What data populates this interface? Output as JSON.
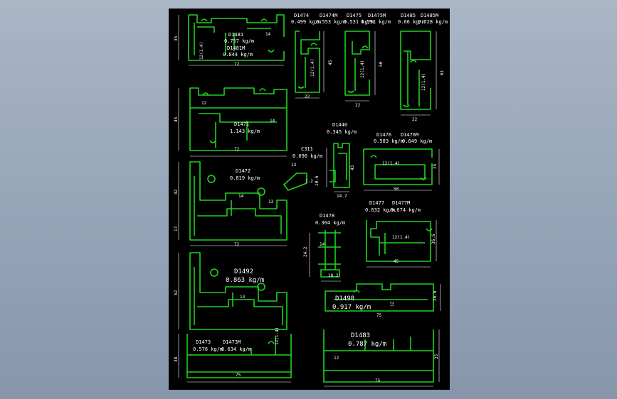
{
  "profiles": {
    "p1481": {
      "code": "D1481",
      "mass": "0.757 kg/m",
      "code2": "D1481M",
      "mass2": "0.844 kg/m",
      "w": "72",
      "h": "35",
      "d1": "14",
      "d2": "12(1.4)"
    },
    "p1474": {
      "code": "D1474",
      "code_m": "D1474M",
      "mass": "0.499 kg/m",
      "mass_m": "0.553 kg/m",
      "w": "22",
      "h": "45",
      "d1": "12(1.4)"
    },
    "p1475": {
      "code": "D1475",
      "code_m": "D1475M",
      "mass": "0.531 kg/m",
      "mass_m": "0.591 kg/m",
      "w": "22",
      "h": "50",
      "d1": "12(1.4)"
    },
    "p1485": {
      "code": "D1485",
      "code_m": "D1485M",
      "mass": "0.66 kg/m",
      "mass_m": "0.728 kg/m",
      "w": "22",
      "h": "61",
      "d1": "12(1.4)"
    },
    "p1471": {
      "code": "D1471",
      "mass": "1.143 kg/m",
      "w": "72",
      "h": "45",
      "d1": "12",
      "d2": "14"
    },
    "p1440": {
      "code": "D1440",
      "mass": "0.345 kg/m",
      "w": "14.7",
      "h": "43"
    },
    "p1476": {
      "code": "D1476",
      "code_m": "D1476M",
      "mass": "0.583 kg/m",
      "mass_m": "0.649 kg/m",
      "w": "50",
      "h": "25",
      "d1": "12(1.4)"
    },
    "p1472": {
      "code": "D1472",
      "mass": "0.819 kg/m",
      "w": "72",
      "h1": "42",
      "h2": "17",
      "d1": "14",
      "d2": "13"
    },
    "c311": {
      "code": "C311",
      "mass": "0.096 kg/m",
      "d1": "13",
      "d2": "1.2",
      "d3": "10.6"
    },
    "p1478": {
      "code": "D1478",
      "mass": "0.364 kg/m",
      "w": "18.2",
      "h": "24.2",
      "d1": "14"
    },
    "p1477": {
      "code": "D1477",
      "code_m": "D1477M",
      "mass": "0.632 kg/m",
      "mass_m": "0.674 kg/m",
      "w": "45",
      "h": "36.6",
      "d1": "12(1.4)"
    },
    "p1492": {
      "code": "D1492",
      "mass": "0.863 kg/m",
      "h": "52",
      "d1": "13"
    },
    "p1498": {
      "code": "D1498",
      "mass": "0.917 kg/m",
      "w": "75",
      "h": "26.6",
      "d1": "12"
    },
    "p1473": {
      "code": "D1473",
      "code_m": "D1473M",
      "mass": "0.576 kg/m",
      "mass_m": "0.634 kg/m",
      "w": "75",
      "h": "38",
      "d1": "12(1.4)"
    },
    "p1483": {
      "code": "D1483",
      "mass": "0.787 kg/m",
      "w": "75",
      "h": "35",
      "d1": "12"
    }
  },
  "colors": {
    "background": "#98a7ba",
    "sheet": "#000000",
    "profile": "#1fd21f",
    "dimension": "#ffffff"
  }
}
